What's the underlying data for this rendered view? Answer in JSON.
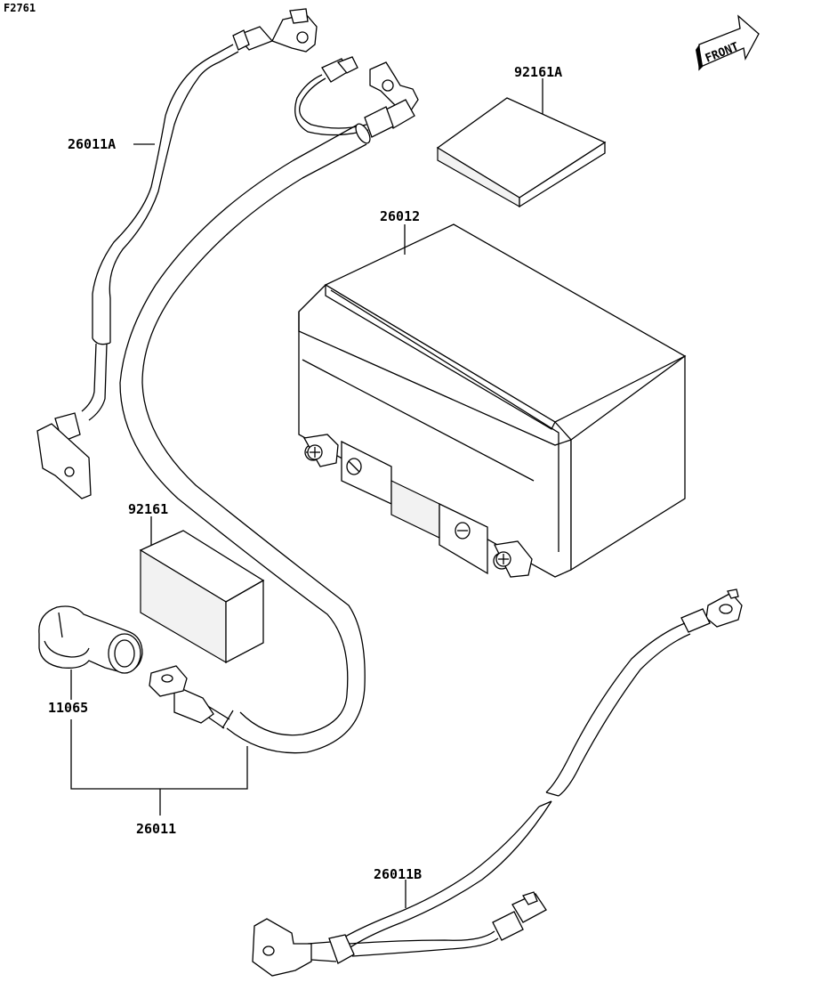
{
  "figure_id": "F2761",
  "front_arrow_text": "FRONT",
  "labels": {
    "cable_26011A": "26011A",
    "pad_92161A": "92161A",
    "battery_26012": "26012",
    "pad_92161": "92161",
    "cap_11065": "11065",
    "cable_set_26011": "26011",
    "cable_26011B": "26011B"
  }
}
